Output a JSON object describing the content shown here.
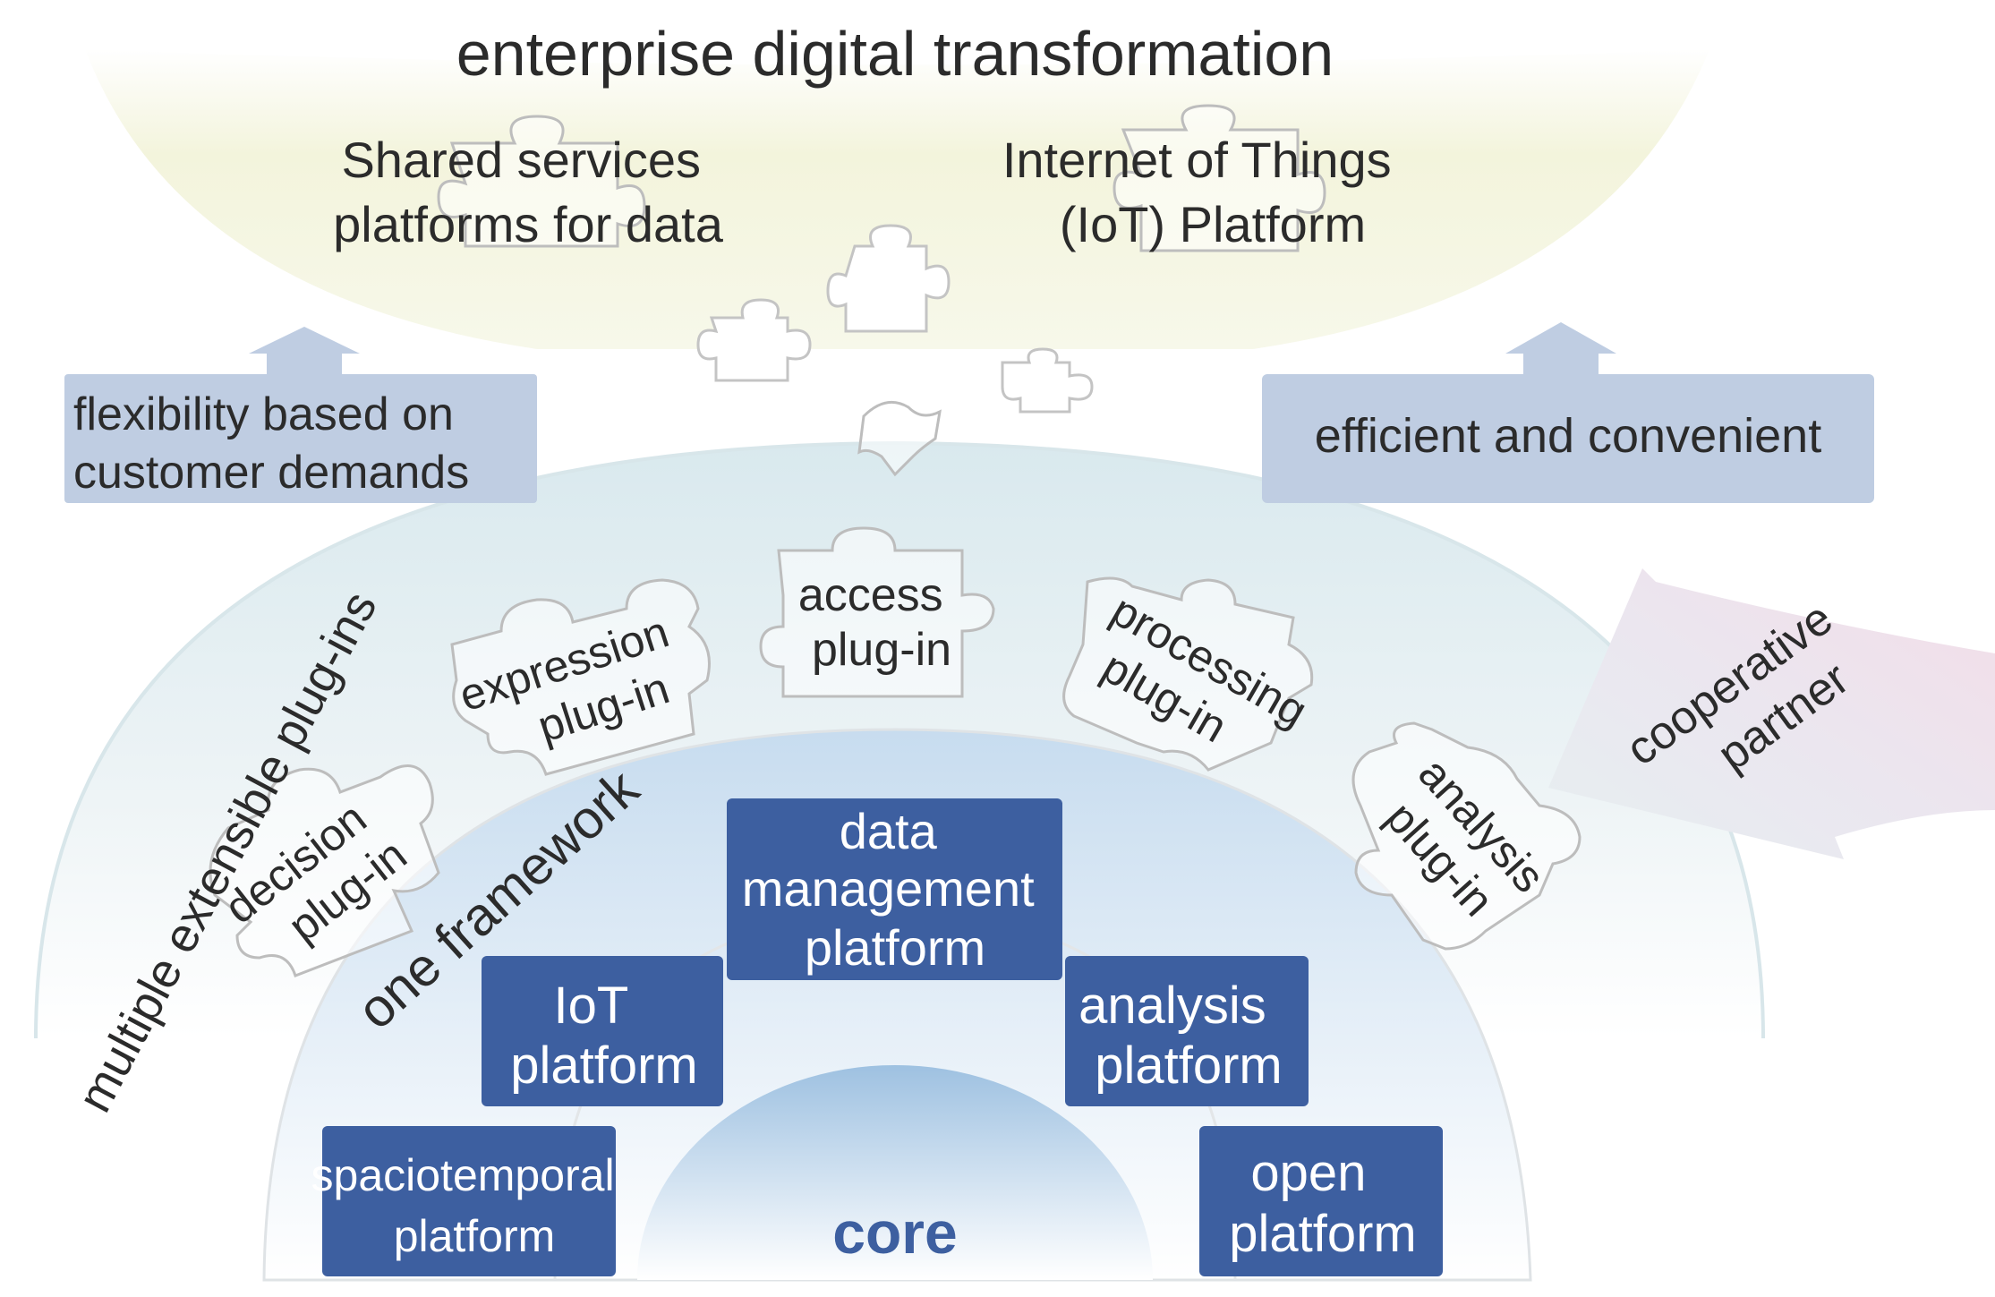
{
  "colors": {
    "platform_box": "#3d5fa0",
    "info_box": "#bfcde2",
    "core_text": "#3d5fa0",
    "text_dark": "#2b2b2b",
    "funnel_top": "#f2f3d6",
    "arch_fill": "#e3eef2",
    "inner_arch_fill": "#cfe0f0",
    "core_fill": "#9fc2e2"
  },
  "title": "enterprise digital transformation",
  "top_items": {
    "left": [
      "Shared services",
      "platforms for data"
    ],
    "right": [
      "Internet of Things",
      "(IoT) Platform"
    ]
  },
  "side_boxes": {
    "left": [
      "flexibility based on",
      "customer demands"
    ],
    "right": "efficient and convenient"
  },
  "cooperative": [
    "cooperative",
    "partner"
  ],
  "outer_ring_label": "multiple extensible plug-ins",
  "inner_ring_label": "one framework",
  "plugins": [
    [
      "decision",
      "plug-in"
    ],
    [
      "expression",
      "plug-in"
    ],
    [
      "access",
      "plug-in"
    ],
    [
      "processing",
      "plug-in"
    ],
    [
      "analysis",
      "plug-in"
    ]
  ],
  "platforms": [
    [
      "data",
      "management",
      "platform"
    ],
    [
      "IoT",
      "platform"
    ],
    [
      "analysis",
      "platform"
    ],
    [
      "spaciotemporal",
      "platform"
    ],
    [
      "open",
      "platform"
    ]
  ],
  "core": "core"
}
